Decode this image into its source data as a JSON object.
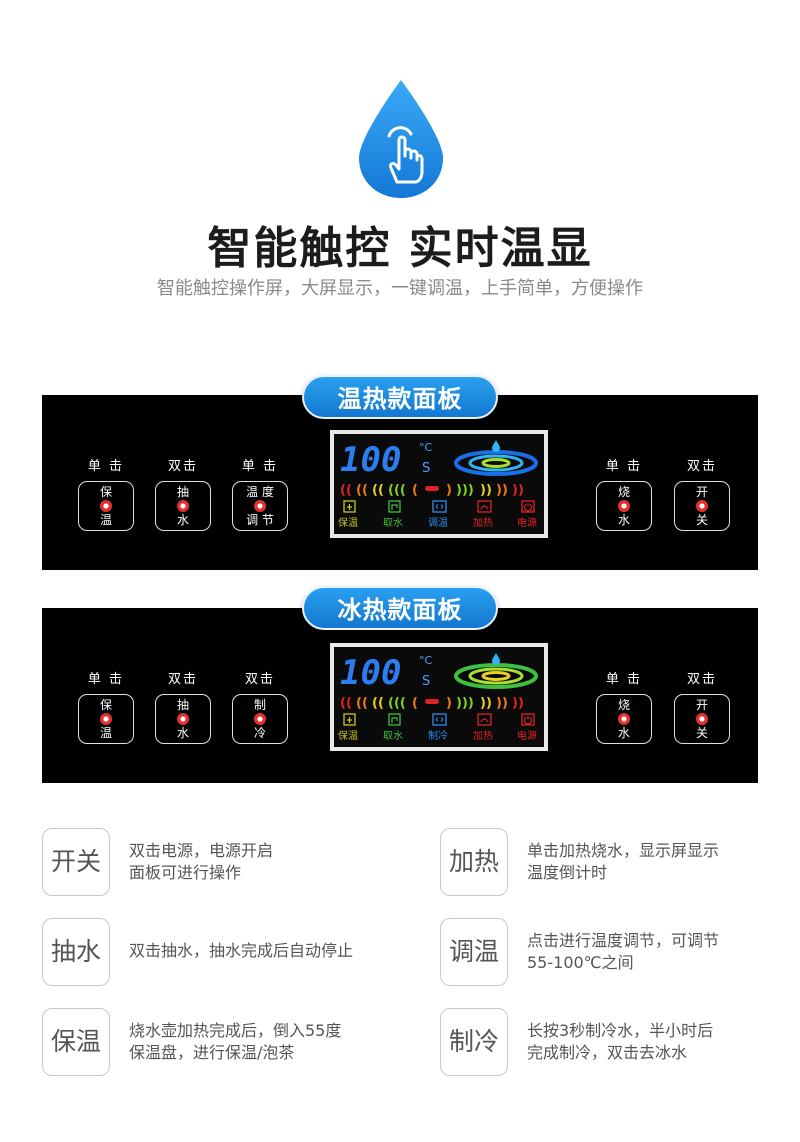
{
  "header": {
    "title": "智能触控 实时温显",
    "subtitle": "智能触控操作屏，大屏显示，一键调温，上手简单，方便操作"
  },
  "panels": [
    {
      "name": "温热款面板",
      "left_buttons": [
        {
          "caption": "单 击",
          "line1": "保",
          "line2": "温"
        },
        {
          "caption": "双击",
          "line1": "抽",
          "line2": "水"
        },
        {
          "caption": "单 击",
          "line1": "温 度",
          "line2": "调 节"
        }
      ],
      "right_buttons": [
        {
          "caption": "单 击",
          "line1": "烧",
          "line2": "水"
        },
        {
          "caption": "双击",
          "line1": "开",
          "line2": "关"
        }
      ],
      "display": {
        "digits": "100",
        "unit": "°C",
        "seconds": "S",
        "icons": [
          "保温",
          "取水",
          "调温",
          "加热",
          "电源"
        ]
      }
    },
    {
      "name": "冰热款面板",
      "left_buttons": [
        {
          "caption": "单 击",
          "line1": "保",
          "line2": "温"
        },
        {
          "caption": "双击",
          "line1": "抽",
          "line2": "水"
        },
        {
          "caption": "双击",
          "line1": "制",
          "line2": "冷"
        }
      ],
      "right_buttons": [
        {
          "caption": "单 击",
          "line1": "烧",
          "line2": "水"
        },
        {
          "caption": "双击",
          "line1": "开",
          "line2": "关"
        }
      ],
      "display": {
        "digits": "100",
        "unit": "°C",
        "seconds": "S",
        "icons": [
          "保温",
          "取水",
          "制冷",
          "加热",
          "电源"
        ]
      }
    }
  ],
  "features": [
    {
      "label": "开关",
      "line1": "双击电源，电源开启",
      "line2": "面板可进行操作"
    },
    {
      "label": "加热",
      "line1": "单击加热烧水，显示屏显示",
      "line2": "温度倒计时"
    },
    {
      "label": "抽水",
      "line1": "双击抽水，抽水完成后自动停止",
      "line2": ""
    },
    {
      "label": "调温",
      "line1": "点击进行温度调节，可调节",
      "line2": "55-100℃之间"
    },
    {
      "label": "保温",
      "line1": "烧水壶加热完成后，倒入55度",
      "line2": "保温盘，进行保温/泡茶"
    },
    {
      "label": "制冷",
      "line1": "长按3秒制冷水，半小时后",
      "line2": "完成制冷，双击去冰水"
    }
  ],
  "colors": {
    "brand_blue": "#1b8be6",
    "panel_bg": "#000000",
    "led_red": "#e63030"
  },
  "icons": {
    "header": "water-drop-touch-icon",
    "display": [
      "keep-warm-icon",
      "water-outlet-icon",
      "temp-adjust-icon",
      "heating-icon",
      "power-icon"
    ]
  }
}
